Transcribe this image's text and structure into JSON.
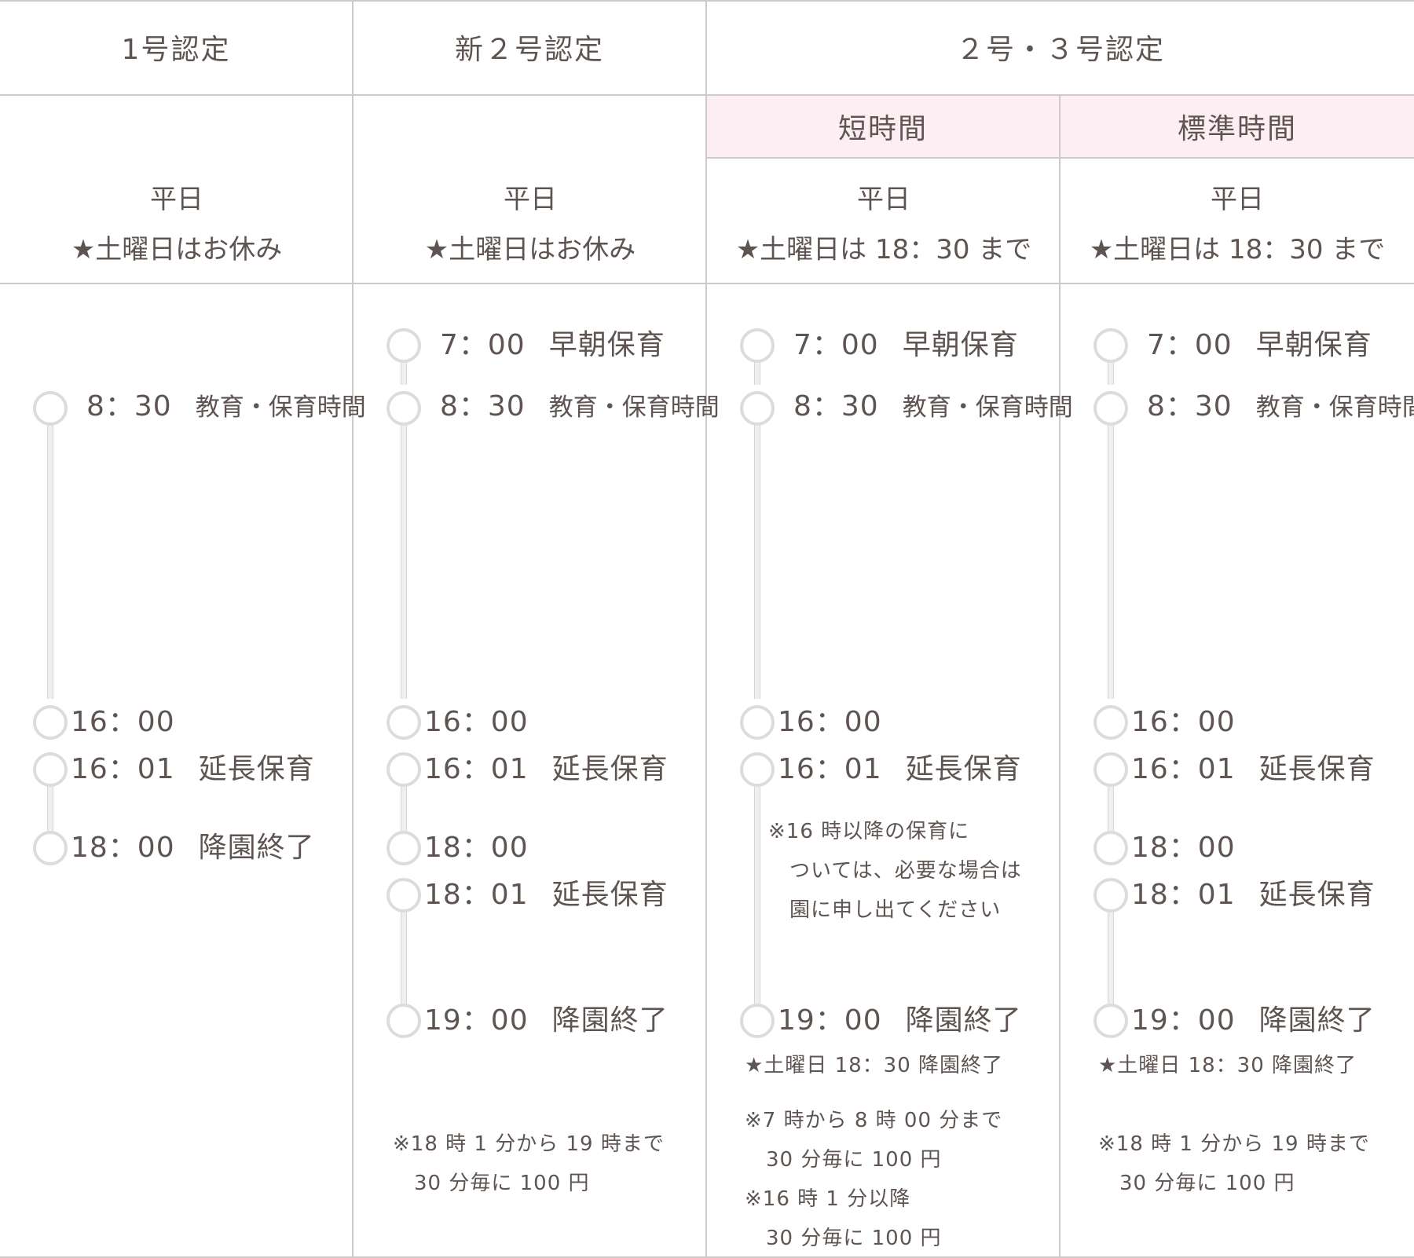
{
  "headers": [
    "1号認定",
    "新２号認定",
    "２号・３号認定"
  ],
  "subheaders": [
    "短時間",
    "標準時間"
  ],
  "days": [
    {
      "line1": "平日",
      "line2": "★土曜日はお休み"
    },
    {
      "line1": "平日",
      "line2": "★土曜日はお休み"
    },
    {
      "line1": "平日",
      "line2": "★土曜日は 18：30 まで"
    },
    {
      "line1": "平日",
      "line2": "★土曜日は 18：30 まで"
    }
  ],
  "columns": [
    {
      "events": [
        {
          "time": "8：30",
          "desc": "教育・保育時間"
        },
        {
          "time": "16：00",
          "desc": ""
        },
        {
          "time": "16：01",
          "desc": "延長保育"
        },
        {
          "time": "18：00",
          "desc": "降園終了"
        }
      ],
      "notes": []
    },
    {
      "events": [
        {
          "time": "7：00",
          "desc": "早朝保育"
        },
        {
          "time": "8：30",
          "desc": "教育・保育時間"
        },
        {
          "time": "16：00",
          "desc": ""
        },
        {
          "time": "16：01",
          "desc": "延長保育"
        },
        {
          "time": "18：00",
          "desc": ""
        },
        {
          "time": "18：01",
          "desc": "延長保育"
        },
        {
          "time": "19：00",
          "desc": "降園終了"
        }
      ],
      "notes": [
        "※18 時 1 分から 19 時まで\n　30 分毎に 100 円"
      ]
    },
    {
      "events": [
        {
          "time": "7：00",
          "desc": "早朝保育"
        },
        {
          "time": "8：30",
          "desc": "教育・保育時間"
        },
        {
          "time": "16：00",
          "desc": ""
        },
        {
          "time": "16：01",
          "desc": "延長保育"
        },
        {
          "time": "19：00",
          "desc": "降園終了"
        }
      ],
      "notes": [
        "※16 時以降の保育に\n　ついては、必要な場合は\n　園に申し出てください",
        "★土曜日 18：30 降園終了",
        "※7 時から 8 時 00 分まで\n　30 分毎に 100 円\n※16 時 1 分以降\n　30 分毎に 100 円"
      ]
    },
    {
      "events": [
        {
          "time": "7：00",
          "desc": "早朝保育"
        },
        {
          "time": "8：30",
          "desc": "教育・保育時間"
        },
        {
          "time": "16：00",
          "desc": ""
        },
        {
          "time": "16：01",
          "desc": "延長保育"
        },
        {
          "time": "18：00",
          "desc": ""
        },
        {
          "time": "18：01",
          "desc": "延長保育"
        },
        {
          "time": "19：00",
          "desc": "降園終了"
        }
      ],
      "notes": [
        "★土曜日 18：30 降園終了",
        "※18 時 1 分から 19 時まで\n　30 分毎に 100 円"
      ]
    }
  ]
}
